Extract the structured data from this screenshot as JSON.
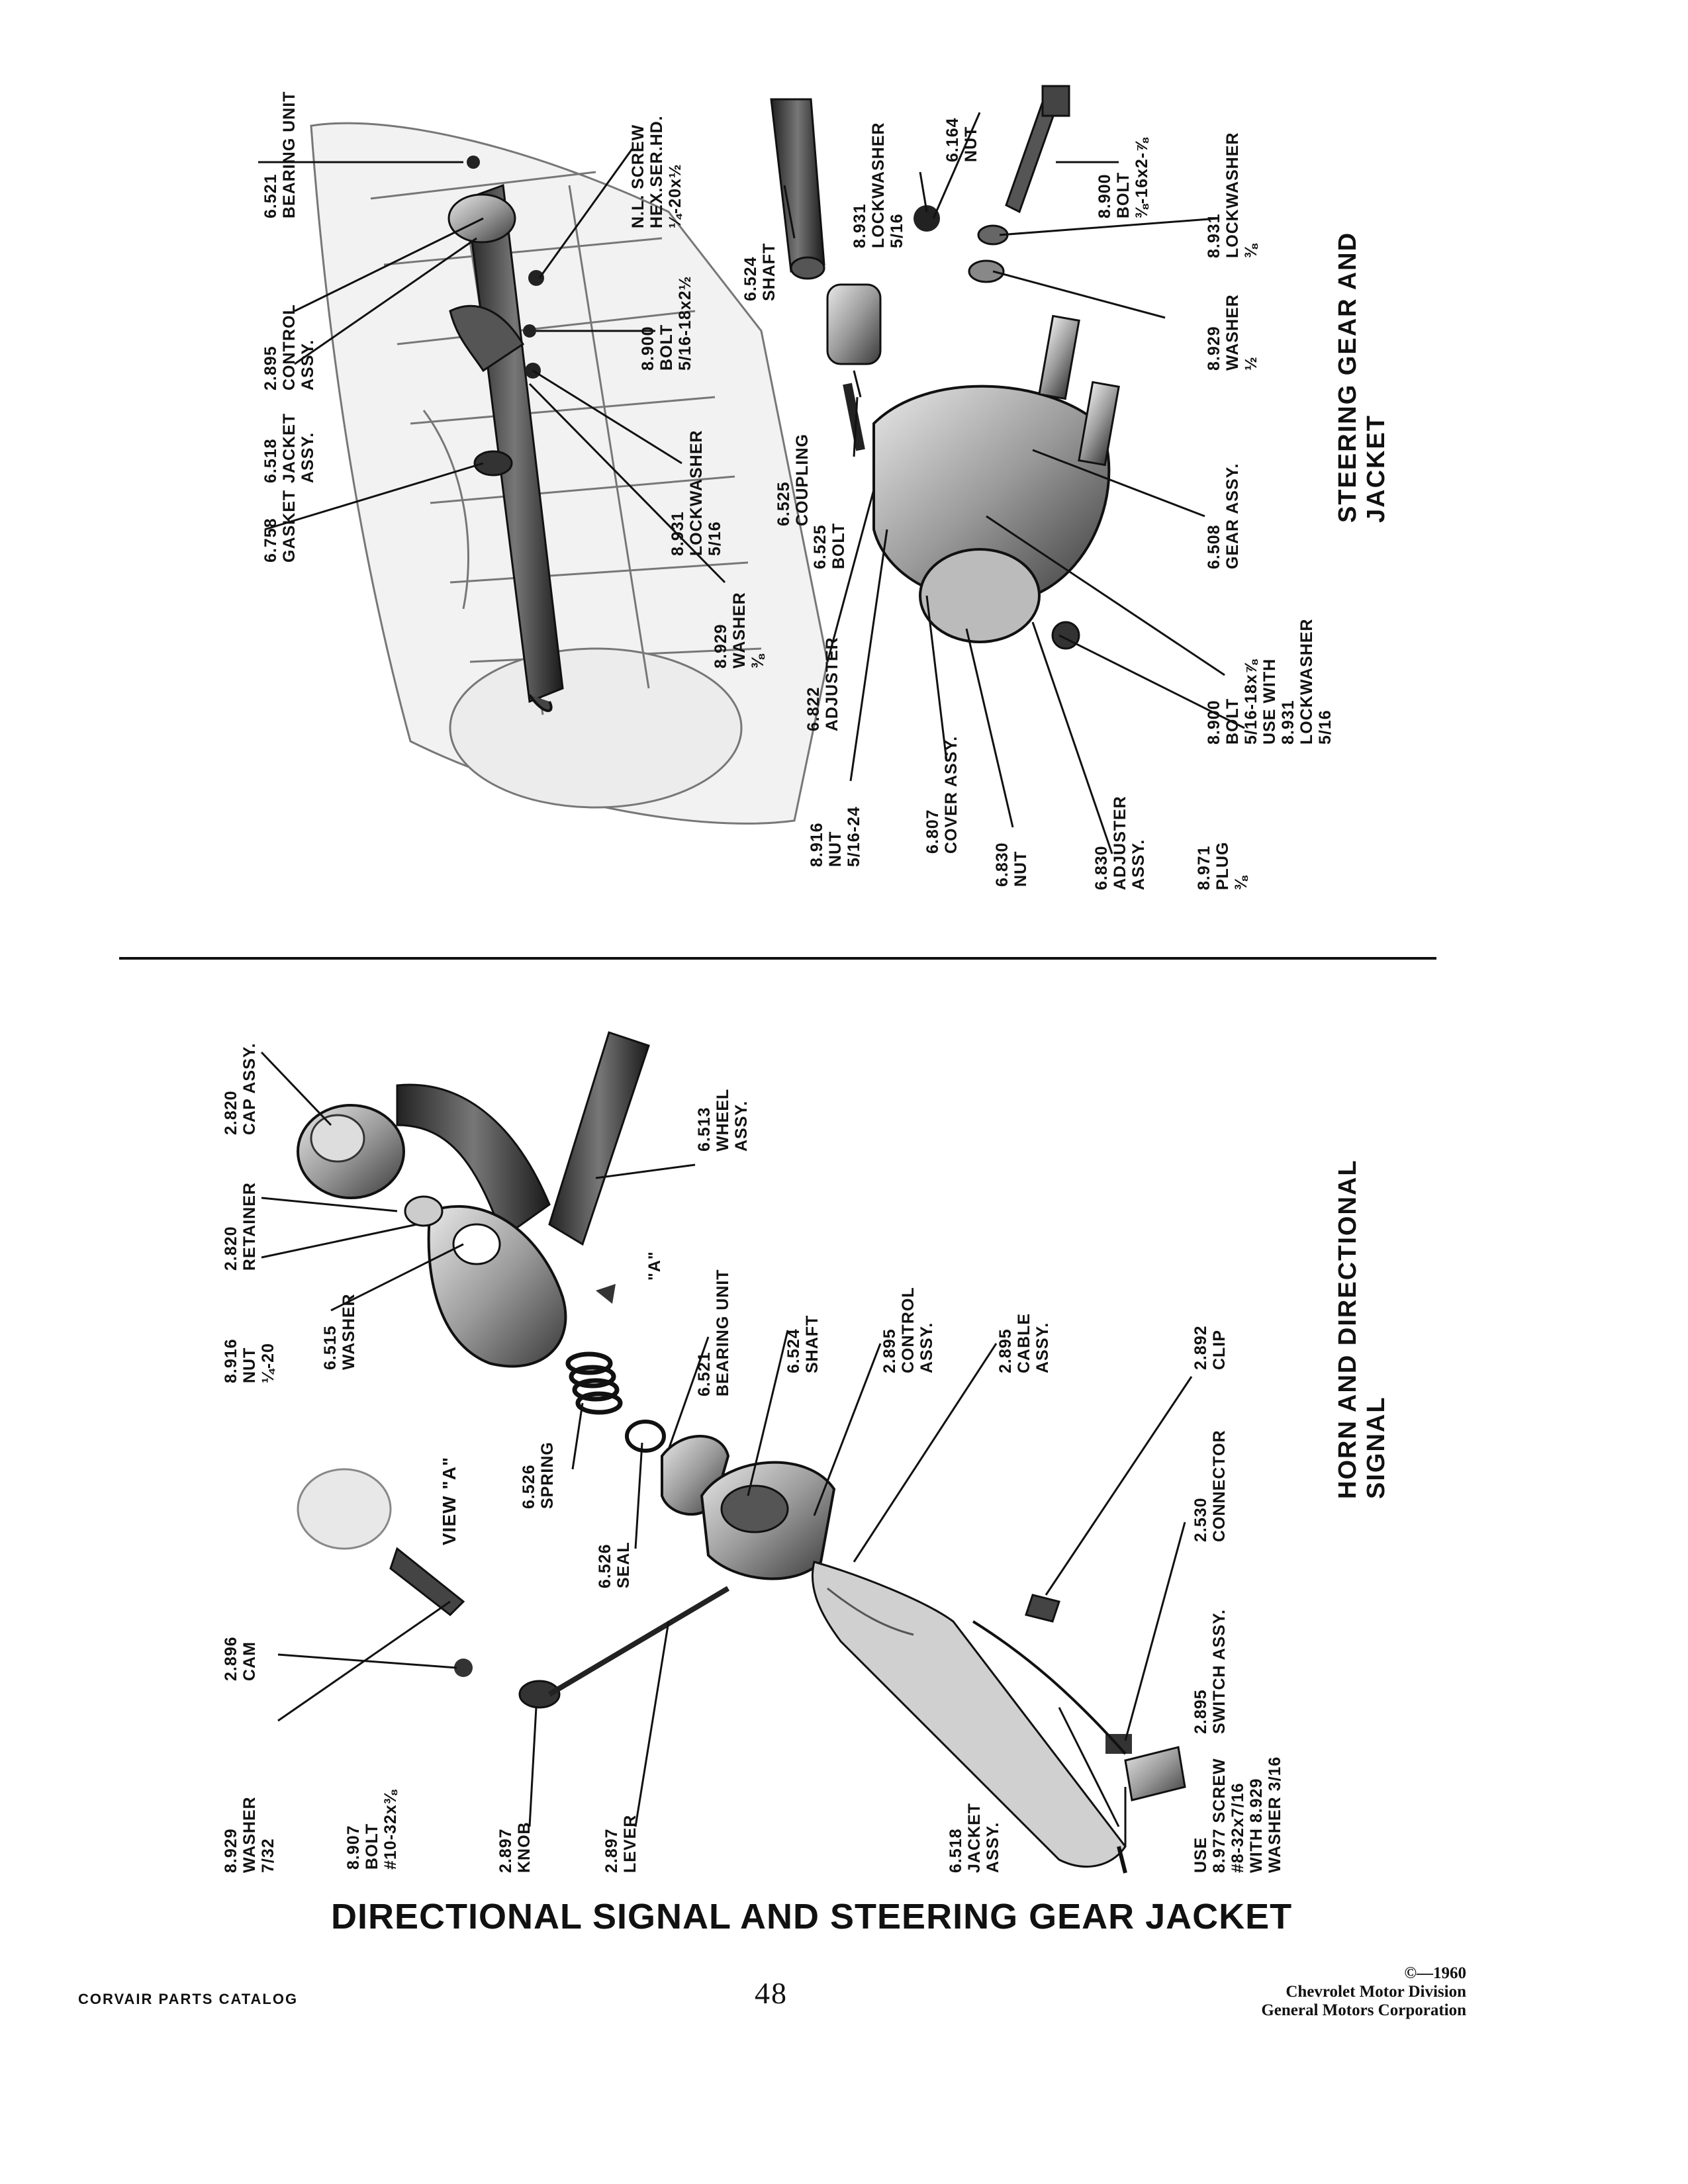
{
  "upper": {
    "caption": "STEERING GEAR AND JACKET",
    "labels": [
      "6.521\nBEARING UNIT",
      "2.895\nCONTROL\nASSY.",
      "6.518\nJACKET\nASSY.",
      "6.758\nGASKET",
      "N.L. SCREW\nHEX.SER.HD.\n¼-20x½",
      "8.900\nBOLT\n5/16-18x2½",
      "8.931\nLOCKWASHER\n5/16",
      "8.929\nWASHER\n⅜",
      "6.524\nSHAFT",
      "6.525\nCOUPLING",
      "6.525\nBOLT",
      "6.822\nADJUSTER",
      "8.916\nNUT\n5/16-24",
      "6.807\nCOVER ASSY.",
      "6.830\nNUT",
      "6.830\nADJUSTER\nASSY.",
      "8.971\nPLUG\n⅜",
      "8.900\nBOLT\n5/16-18x⅞\nUSE WITH\n8.931\nLOCKWASHER\n5/16",
      "6.508\nGEAR ASSY.",
      "8.929\nWASHER\n½",
      "8.931\nLOCKWASHER\n⅜",
      "8.900\nBOLT\n⅜-16x2-⅞",
      "6.164\nNUT",
      "8.931\nLOCKWASHER\n5/16"
    ]
  },
  "lower": {
    "caption": "HORN AND DIRECTIONAL SIGNAL",
    "labels": [
      "2.820\nCAP ASSY.",
      "2.820\nRETAINER",
      "8.916\nNUT\n¼-20",
      "6.515\nWASHER",
      "6.513\nWHEEL\nASSY.",
      "\"A\"",
      "6.521\nBEARING UNIT",
      "6.524\nSHAFT",
      "2.895\nCONTROL\nASSY.",
      "2.895\nCABLE\nASSY.",
      "2.892\nCLIP",
      "6.526\nSPRING",
      "6.526\nSEAL",
      "VIEW \"A\"",
      "2.530\nCONNECTOR",
      "2.895\nSWITCH ASSY.",
      "2.896\nCAM",
      "8.929\nWASHER\n7/32",
      "8.907\nBOLT\n#10-32x⅜",
      "2.897\nKNOB",
      "2.897\nLEVER",
      "6.518\nJACKET\nASSY.",
      "USE\n8.977 SCREW\n#8-32x7/16\nWITH 8.929\nWASHER 3/16"
    ]
  },
  "title": "DIRECTIONAL SIGNAL AND STEERING GEAR JACKET",
  "page_number": "48",
  "footer_left": "CORVAIR PARTS CATALOG",
  "footer_right": [
    "©—1960",
    "Chevrolet Motor Division",
    "General Motors Corporation"
  ]
}
